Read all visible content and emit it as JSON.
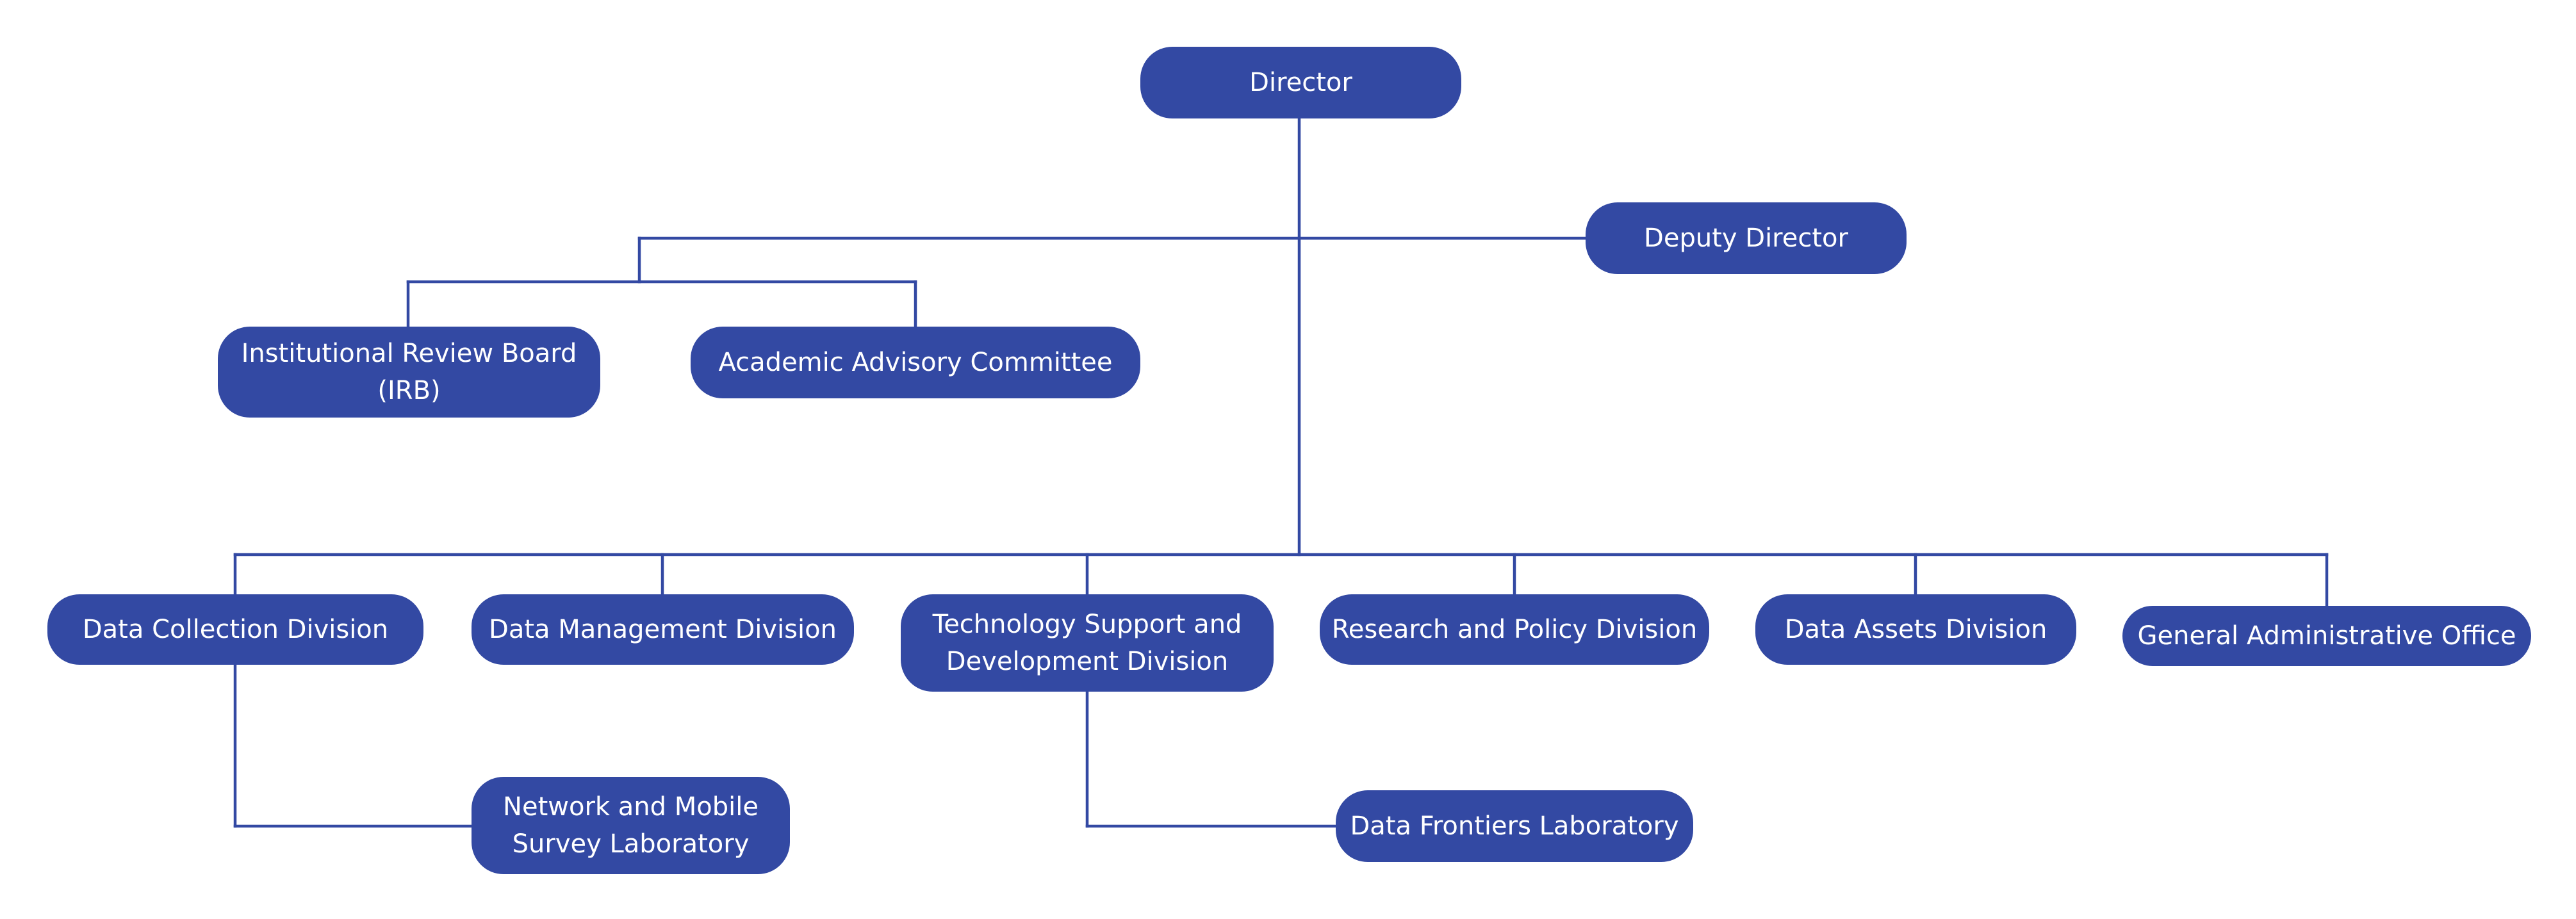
{
  "colors": {
    "node_fill": "#3349a3",
    "node_text": "#ffffff",
    "connector": "#3349a3",
    "background": "#ffffff"
  },
  "nodes": {
    "director": {
      "lines": [
        "Director"
      ]
    },
    "deputy_director": {
      "lines": [
        "Deputy Director"
      ]
    },
    "irb": {
      "lines": [
        "Institutional Review Board",
        "(IRB)"
      ]
    },
    "academic_advisory": {
      "lines": [
        "Academic Advisory Committee"
      ]
    },
    "data_collection": {
      "lines": [
        "Data Collection Division"
      ]
    },
    "data_management": {
      "lines": [
        "Data Management Division"
      ]
    },
    "tech_support": {
      "lines": [
        "Technology Support and",
        "Development Division"
      ]
    },
    "research_policy": {
      "lines": [
        "Research and Policy Division"
      ]
    },
    "data_assets": {
      "lines": [
        "Data Assets Division"
      ]
    },
    "general_admin": {
      "lines": [
        "General Administrative Office"
      ]
    },
    "network_mobile_lab": {
      "lines": [
        "Network and Mobile",
        "Survey Laboratory"
      ]
    },
    "data_frontiers_lab": {
      "lines": [
        "Data Frontiers Laboratory"
      ]
    }
  }
}
